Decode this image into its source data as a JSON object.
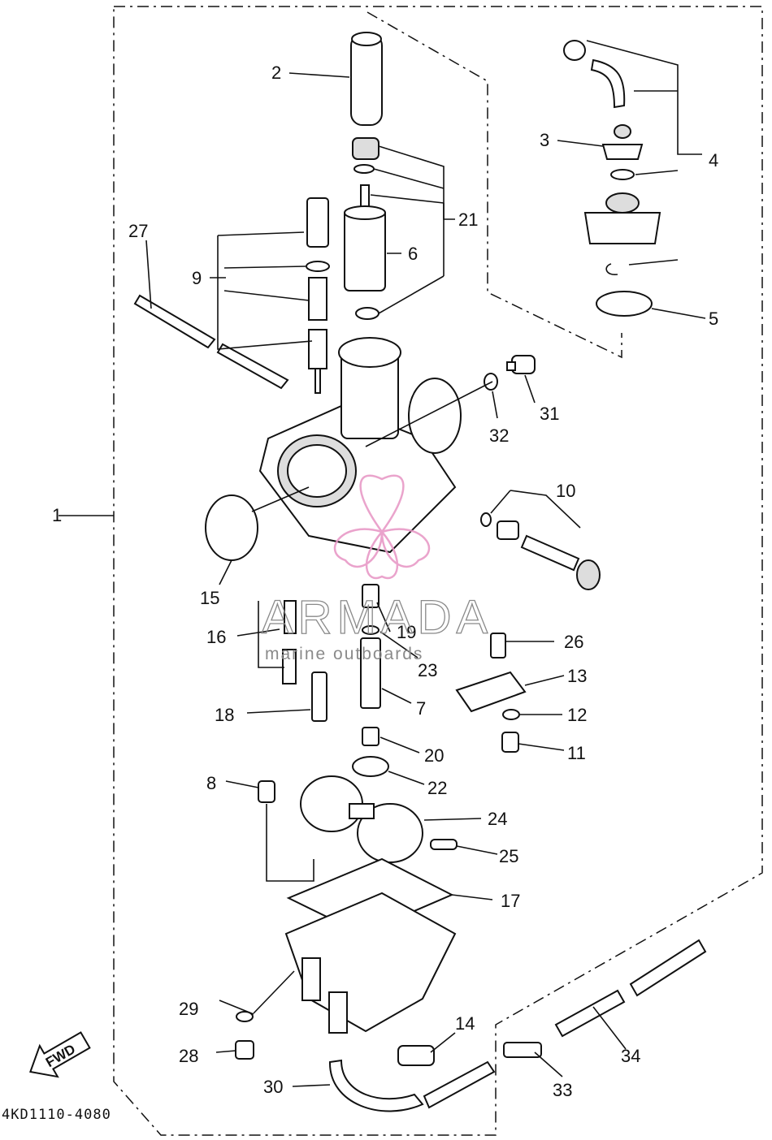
{
  "diagram": {
    "reference_code": "4KD1110-4080",
    "fwd_label": "FWD",
    "watermark": {
      "brand": "ARMADA",
      "tagline": "marine outboards",
      "accent_color": "#e89ac7"
    },
    "callouts": [
      {
        "id": "c1",
        "label": "1"
      },
      {
        "id": "c2",
        "label": "2"
      },
      {
        "id": "c3",
        "label": "3"
      },
      {
        "id": "c4",
        "label": "4"
      },
      {
        "id": "c5",
        "label": "5"
      },
      {
        "id": "c6",
        "label": "6"
      },
      {
        "id": "c7",
        "label": "7"
      },
      {
        "id": "c8",
        "label": "8"
      },
      {
        "id": "c9",
        "label": "9"
      },
      {
        "id": "c10",
        "label": "10"
      },
      {
        "id": "c11",
        "label": "11"
      },
      {
        "id": "c12",
        "label": "12"
      },
      {
        "id": "c13",
        "label": "13"
      },
      {
        "id": "c14",
        "label": "14"
      },
      {
        "id": "c15",
        "label": "15"
      },
      {
        "id": "c16",
        "label": "16"
      },
      {
        "id": "c17",
        "label": "17"
      },
      {
        "id": "c18",
        "label": "18"
      },
      {
        "id": "c19",
        "label": "19"
      },
      {
        "id": "c20",
        "label": "20"
      },
      {
        "id": "c21",
        "label": "21"
      },
      {
        "id": "c22",
        "label": "22"
      },
      {
        "id": "c23",
        "label": "23"
      },
      {
        "id": "c24",
        "label": "24"
      },
      {
        "id": "c25",
        "label": "25"
      },
      {
        "id": "c26",
        "label": "26"
      },
      {
        "id": "c27",
        "label": "27"
      },
      {
        "id": "c28",
        "label": "28"
      },
      {
        "id": "c29",
        "label": "29"
      },
      {
        "id": "c30",
        "label": "30"
      },
      {
        "id": "c31",
        "label": "31"
      },
      {
        "id": "c32",
        "label": "32"
      },
      {
        "id": "c33",
        "label": "33"
      },
      {
        "id": "c34",
        "label": "34"
      }
    ]
  }
}
